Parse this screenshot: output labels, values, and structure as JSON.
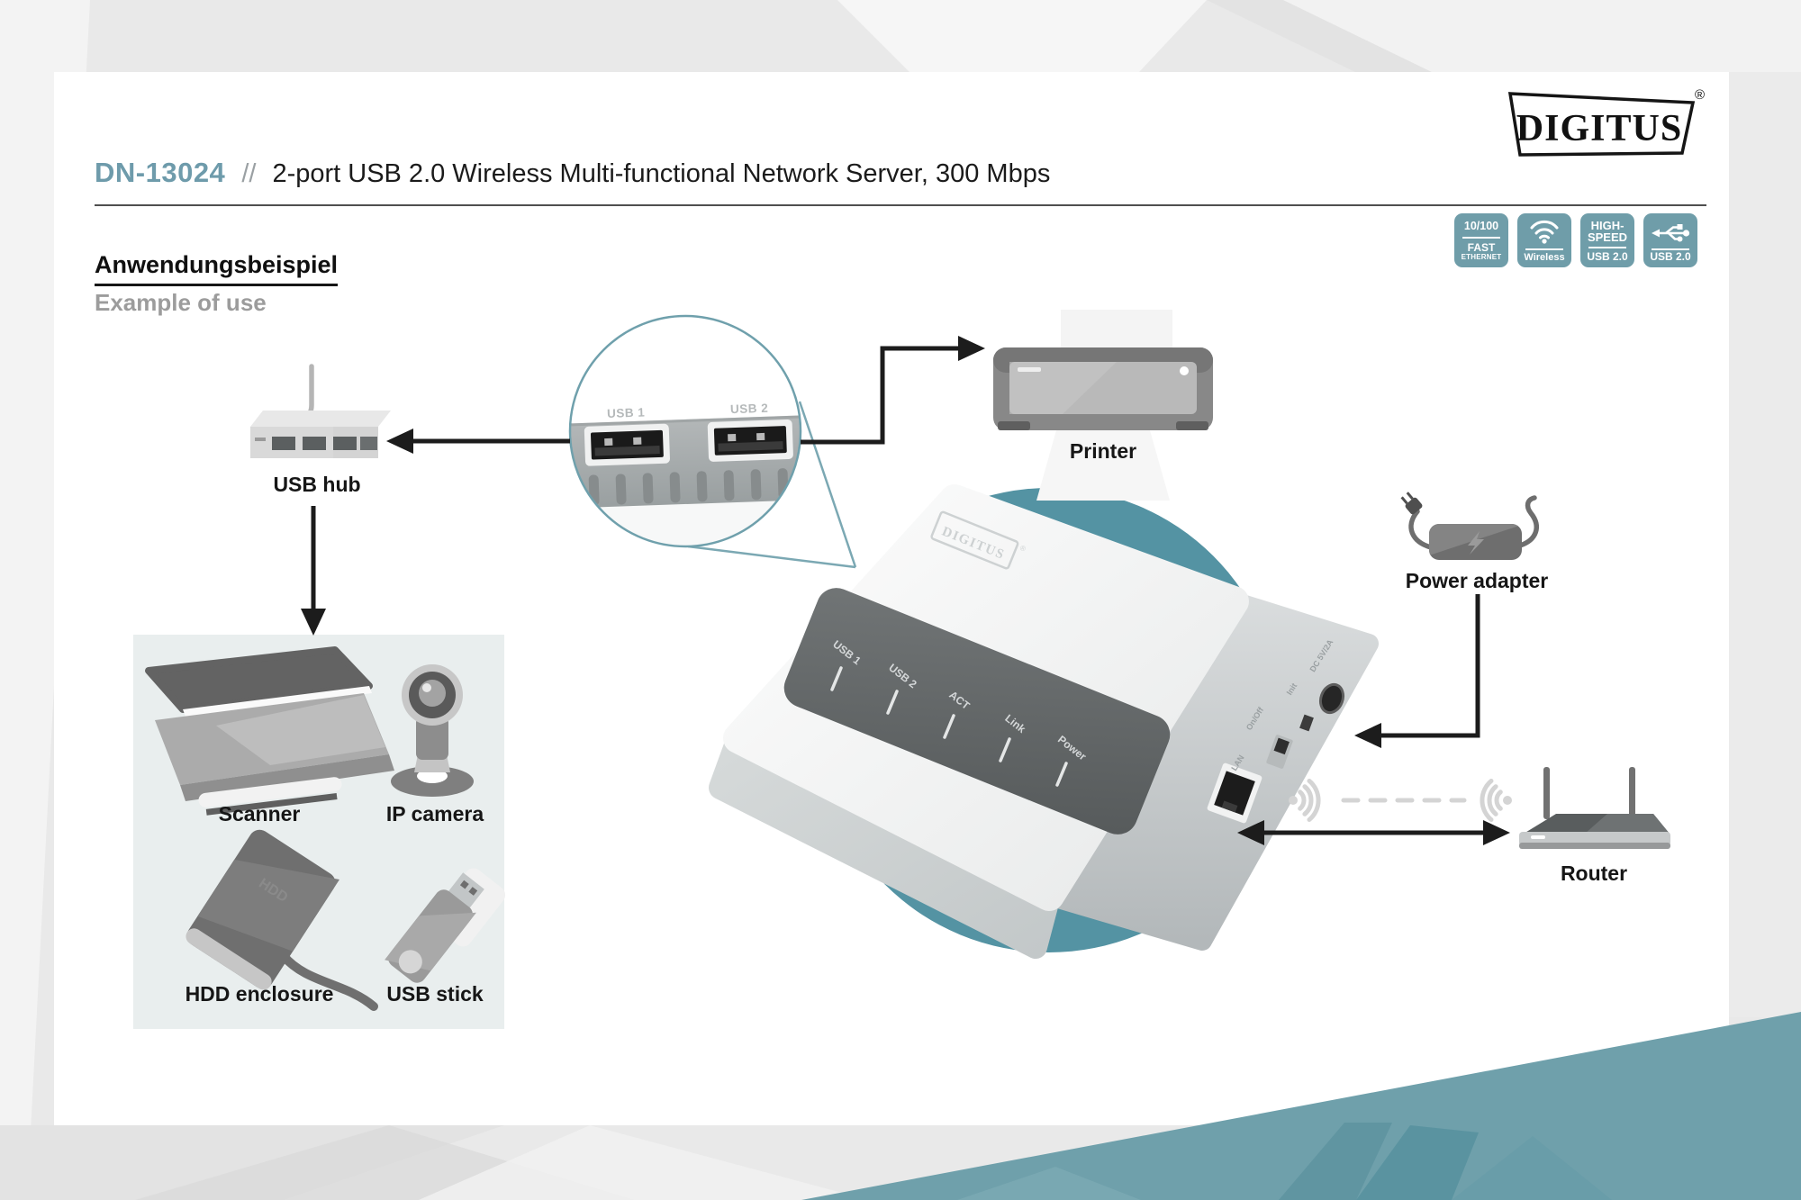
{
  "header": {
    "model": "DN-13024",
    "separator": "//",
    "title": "2-port USB 2.0 Wireless Multi-functional Network Server, 300 Mbps"
  },
  "brand": {
    "name": "DIGITUS",
    "registered": "®"
  },
  "section": {
    "title_de": "Anwendungsbeispiel",
    "title_en": "Example of use"
  },
  "badges": [
    {
      "line1": "10/100",
      "line2": "FAST",
      "line3": "ETHERNET"
    },
    {
      "icon": "wifi-icon",
      "label": "Wireless"
    },
    {
      "line1": "HIGH-",
      "line2": "SPEED",
      "label": "USB 2.0"
    },
    {
      "icon": "usb-trident-icon",
      "label": "USB 2.0"
    }
  ],
  "labels": {
    "usb_hub": "USB hub",
    "printer": "Printer",
    "scanner": "Scanner",
    "ip_camera": "IP camera",
    "hdd": "HDD enclosure",
    "usb_stick": "USB stick",
    "power": "Power adapter",
    "router": "Router"
  },
  "closeup": {
    "port1": "USB 1",
    "port2": "USB 2"
  },
  "device": {
    "brand": "DIGITUS",
    "leds": [
      "USB 1",
      "USB 2",
      "ACT",
      "Link",
      "Power"
    ],
    "ports": {
      "lan": "LAN",
      "power_switch": "On/Off",
      "init": "Init",
      "dc": "DC 5V/2A"
    }
  },
  "colors": {
    "accent_teal": "#6FA0AB",
    "badge_teal": "#6F9DA9",
    "circle_teal": "#5493A3",
    "wedge_teal": "#6FA0AB"
  }
}
